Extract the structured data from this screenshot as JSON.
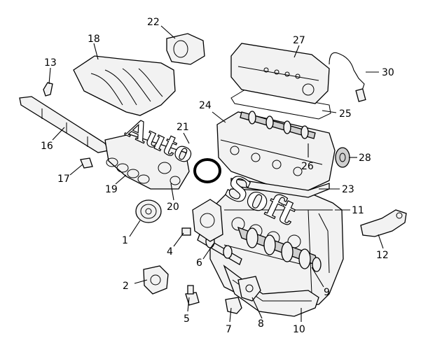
{
  "callouts": [
    {
      "id": "1",
      "label": "1"
    },
    {
      "id": "2",
      "label": "2"
    },
    {
      "id": "4",
      "label": "4"
    },
    {
      "id": "5",
      "label": "5"
    },
    {
      "id": "6",
      "label": "6"
    },
    {
      "id": "7",
      "label": "7"
    },
    {
      "id": "8",
      "label": "8"
    },
    {
      "id": "9",
      "label": "9"
    },
    {
      "id": "10",
      "label": "10"
    },
    {
      "id": "11",
      "label": "11"
    },
    {
      "id": "12",
      "label": "12"
    },
    {
      "id": "13",
      "label": "13"
    },
    {
      "id": "16",
      "label": "16"
    },
    {
      "id": "17",
      "label": "17"
    },
    {
      "id": "18",
      "label": "18"
    },
    {
      "id": "19",
      "label": "19"
    },
    {
      "id": "20",
      "label": "20"
    },
    {
      "id": "21",
      "label": "21"
    },
    {
      "id": "22",
      "label": "22"
    },
    {
      "id": "23",
      "label": "23"
    },
    {
      "id": "24",
      "label": "24"
    },
    {
      "id": "25",
      "label": "25"
    },
    {
      "id": "26",
      "label": "26"
    },
    {
      "id": "27",
      "label": "27"
    },
    {
      "id": "28",
      "label": "28"
    },
    {
      "id": "30",
      "label": "30"
    }
  ],
  "watermark": {
    "part1": "Auto",
    "part2": "Soft"
  }
}
